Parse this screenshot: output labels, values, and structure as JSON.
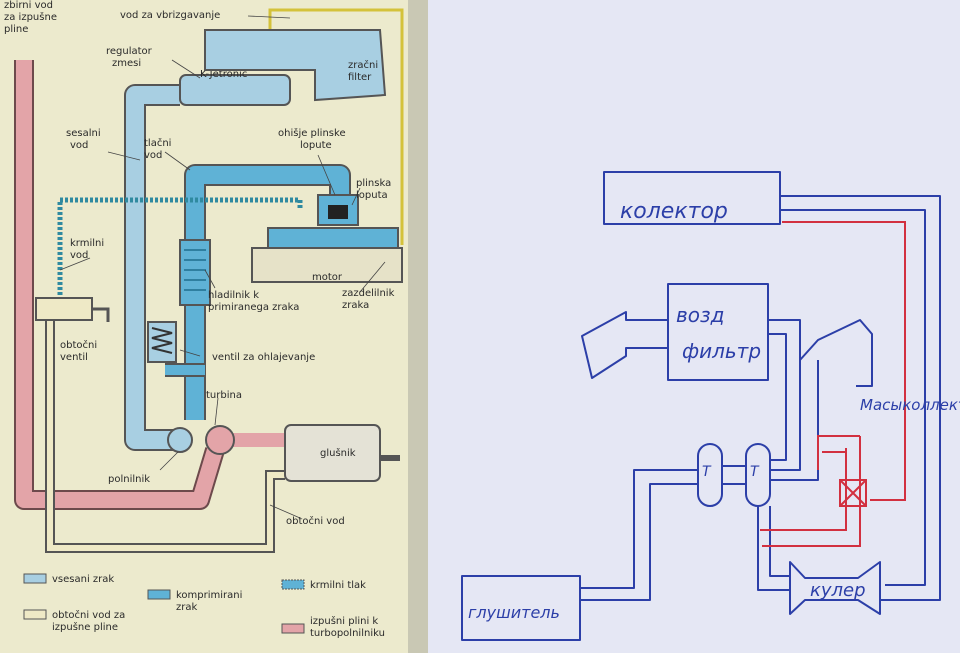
{
  "left_page": {
    "labels": {
      "exhaust": [
        "zbirni vod",
        "za izpušne",
        "pline"
      ],
      "injection_line": "vod za vbrizgavanje",
      "air_filter": [
        "zračni",
        "filter"
      ],
      "mixture_regulator": [
        "regulator",
        "zmesi"
      ],
      "k_jetronic": "K-Jetronic",
      "suction_line": [
        "sesalni",
        "vod"
      ],
      "pressure_line": [
        "tlačni",
        "vod"
      ],
      "throttle_housing": [
        "ohišje plinske",
        "lopute"
      ],
      "throttle": [
        "plinska",
        "loputa"
      ],
      "control_line": [
        "krmilni",
        "vod"
      ],
      "motor": "motor",
      "intake_manifold": [
        "zazdelilnik",
        "zraka"
      ],
      "bypass_valve": [
        "obtočni",
        "ventil"
      ],
      "intercooler": [
        "hladilnik k",
        "primiranega zraka"
      ],
      "cooling_valve": "ventil za ohlajevanje",
      "turbine": "turbina",
      "muffler": "glušnik",
      "compressor": "polnilnik",
      "bypass_line": "obtočni vod"
    },
    "legend": [
      {
        "text": [
          "vsesani zrak"
        ],
        "color": "#a8cfe2"
      },
      {
        "text": [
          "komprimirani",
          "zrak"
        ],
        "color": "#5fb2d6"
      },
      {
        "text": [
          "krmilni tlak"
        ],
        "color": "#5fb2d6"
      },
      {
        "text": [
          "obtočni vod za",
          "izpušne pline"
        ],
        "color": "#eee9c6"
      },
      {
        "text": [
          "izpušni plini k",
          "turbopolnilniku"
        ],
        "color": "#e3a4a8"
      }
    ]
  },
  "right_page": {
    "collector": "колектор",
    "air_filter": [
      "возд",
      "фильтр"
    ],
    "muffler": "глушитель",
    "cooler": "кулер",
    "intake_manifold": "Масыколлект",
    "turbo_letter": "Т",
    "colors": {
      "ink": "#2c3fa8",
      "red": "#d23040"
    }
  }
}
